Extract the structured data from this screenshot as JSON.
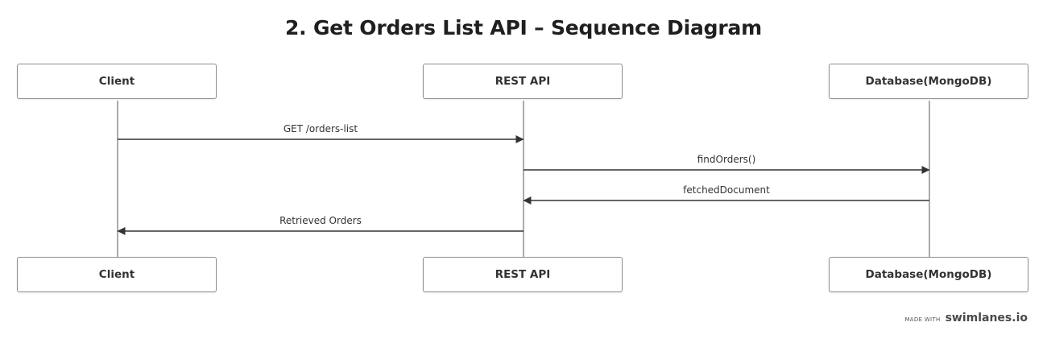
{
  "title": "2. Get Orders List API – Sequence Diagram",
  "actors": [
    {
      "id": "client",
      "label": "Client"
    },
    {
      "id": "rest",
      "label": "REST API"
    },
    {
      "id": "db",
      "label": "Database(MongoDB)"
    }
  ],
  "messages": [
    {
      "from": "client",
      "to": "rest",
      "label": "GET /orders-list"
    },
    {
      "from": "rest",
      "to": "db",
      "label": "findOrders()"
    },
    {
      "from": "db",
      "to": "rest",
      "label": "fetchedDocument"
    },
    {
      "from": "rest",
      "to": "client",
      "label": "Retrieved Orders"
    }
  ],
  "footer": {
    "made_with": "MADE WITH",
    "brand": "swimlanes.io"
  },
  "colors": {
    "line": "#8f8f8f",
    "arrow": "#333333"
  }
}
